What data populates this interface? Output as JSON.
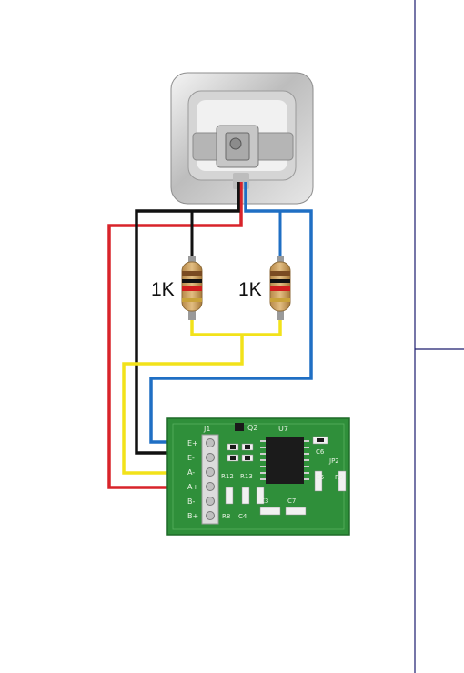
{
  "resistors": {
    "left": {
      "label": "1K"
    },
    "right": {
      "label": "1K"
    }
  },
  "board": {
    "header_label": "J1",
    "pin_labels": [
      "E+",
      "E-",
      "A-",
      "A+",
      "B-",
      "B+"
    ],
    "chip_label": "U7",
    "transistor_label": "Q2",
    "component_labels": {
      "c6": "C6",
      "jp2": "JP2",
      "r12": "R12",
      "r13": "R13",
      "r8": "R8",
      "c4": "C4",
      "c5": "C5",
      "r9": "R9",
      "c3": "C3",
      "c7": "C7"
    }
  },
  "wire_colors": {
    "red": "#d8232a",
    "black": "#111111",
    "blue": "#1f6fc4",
    "yellow": "#f2e21a"
  },
  "board_color": "#2f8f3a"
}
